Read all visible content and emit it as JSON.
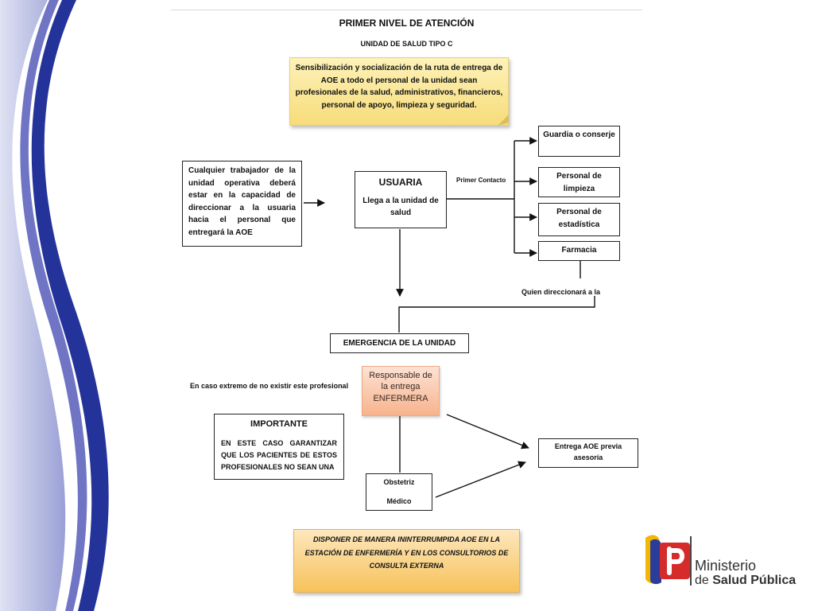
{
  "title": "PRIMER NIVEL DE ATENCIÓN",
  "subtitle": "UNIDAD DE SALUD TIPO C",
  "note_top": "Sensibilización y socialización de la ruta de entrega de AOE a todo el personal de la unidad sean profesionales de la salud, administrativos, financieros, personal de apoyo,  limpieza y seguridad.",
  "worker_box": "Cualquier trabajador de la unidad operativa deberá estar en la capacidad de direccionar a la usuaria hacia el personal que entregará la AOE",
  "usuaria": {
    "title": "USUARIA",
    "text": "Llega a la unidad de salud"
  },
  "first_contact_label": "Primer Contacto",
  "contacts": [
    "Guardia o conserje",
    "Personal de limpieza",
    "Personal de estadística",
    "Farmacia"
  ],
  "redirect_label": "Quien direccionará a la",
  "emergency": "EMERGENCIA DE LA UNIDAD",
  "responsable": {
    "line1": "Responsable de",
    "line2": "la entrega",
    "line3": "ENFERMERA"
  },
  "extreme_case_label": "En caso extremo de no existir este profesional",
  "important": {
    "title": "IMPORTANTE",
    "text": "EN ESTE CASO GARANTIZAR QUE LOS PACIENTES DE ESTOS PROFESIONALES NO SEAN UNA"
  },
  "obstetriz_medico": {
    "line1": "Obstetriz",
    "line2": "Médico"
  },
  "entrega": "Entrega AOE previa asesoría",
  "note_bottom": "DISPONER DE MANERA ININTERRUMPIDA AOE EN LA ESTACIÓN DE ENFERMERÍA Y EN LOS CONSULTORIOS DE CONSULTA EXTERNA",
  "logo": {
    "line1": "Ministerio",
    "line2_prefix": "de",
    "line2_bold": "Salud Pública"
  },
  "colors": {
    "swoosh_dark": "#24339a",
    "swoosh_light": "#6f74c4",
    "note_yellow": "#f7dc7a",
    "note_orange": "#f7c25a",
    "responsable_salmon": "#f7b38d"
  }
}
